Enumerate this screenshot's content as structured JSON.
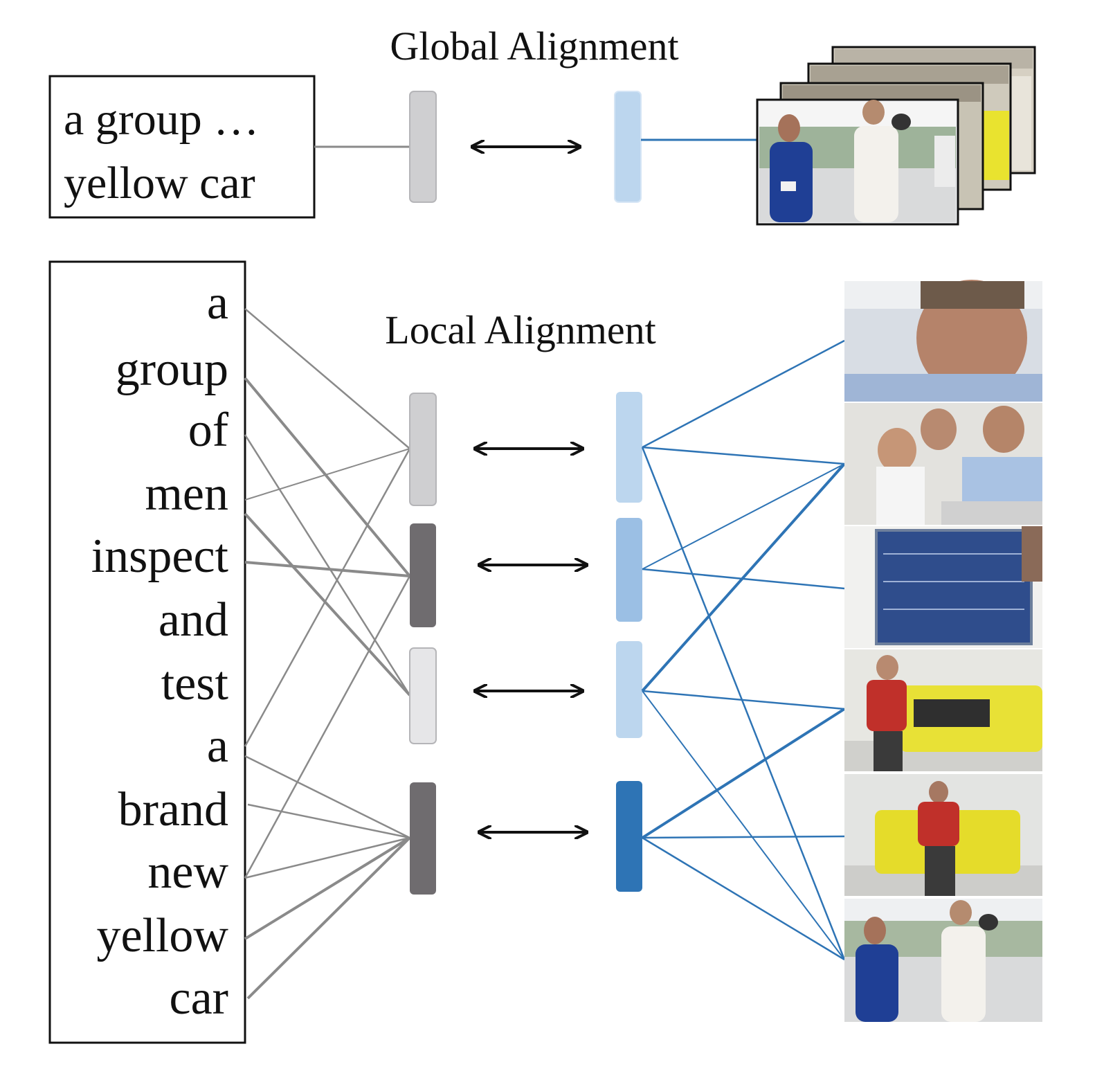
{
  "global": {
    "title": "Global Alignment",
    "caption_lines": [
      "a group …",
      "yellow car"
    ]
  },
  "local": {
    "title": "Local Alignment",
    "words": [
      "a",
      "group",
      "of",
      "men",
      "inspect",
      "and",
      "test",
      "a",
      "brand",
      "new",
      "yellow",
      "car"
    ]
  },
  "colors": {
    "text_feature_light": "#cfcfd1",
    "text_feature_dark": "#6f6c6f",
    "text_feature_lightest": "#e6e6e8",
    "video_feature_light": "#bcd6ee",
    "video_feature_mid": "#9bbfe4",
    "video_feature_dark": "#2e74b5",
    "text_line": "#8a8a8a",
    "video_line": "#2e74b5"
  }
}
